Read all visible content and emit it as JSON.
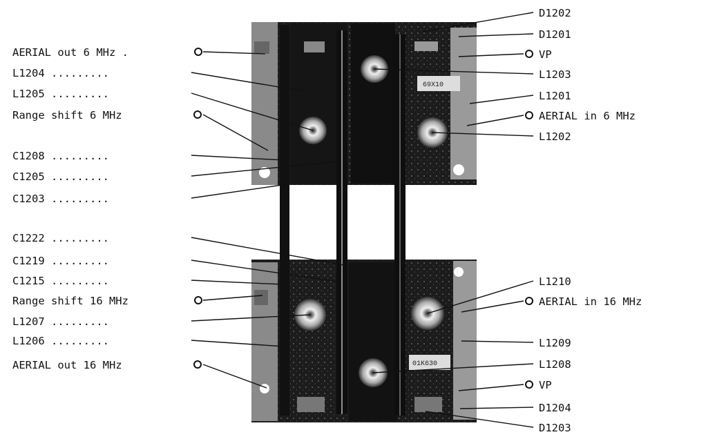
{
  "left_labels": [
    {
      "id": "aerial-out-6",
      "text": "AERIAL out 6 MHz .",
      "terminal": true
    },
    {
      "id": "l1204",
      "text": "L1204 .........",
      "terminal": false
    },
    {
      "id": "l1205",
      "text": "L1205 .........",
      "terminal": false
    },
    {
      "id": "range-shift-6",
      "text": "Range shift 6 MHz",
      "terminal": true
    },
    {
      "id": "c1208",
      "text": "C1208 .........",
      "terminal": false
    },
    {
      "id": "c1205",
      "text": "C1205 .........",
      "terminal": false
    },
    {
      "id": "c1203",
      "text": "C1203 .........",
      "terminal": false
    },
    {
      "id": "c1222",
      "text": "C1222 .........",
      "terminal": false
    },
    {
      "id": "c1219",
      "text": "C1219 .........",
      "terminal": false
    },
    {
      "id": "c1215",
      "text": "C1215 .........",
      "terminal": false
    },
    {
      "id": "range-shift-16",
      "text": "Range shift 16 MHz",
      "terminal": true
    },
    {
      "id": "l1207",
      "text": "L1207 .........",
      "terminal": false
    },
    {
      "id": "l1206",
      "text": "L1206 .........",
      "terminal": false
    },
    {
      "id": "aerial-out-16",
      "text": "AERIAL out 16 MHz",
      "terminal": true
    }
  ],
  "right_labels": [
    {
      "id": "d1202",
      "text": "D1202",
      "terminal": false
    },
    {
      "id": "d1201",
      "text": "D1201",
      "terminal": false
    },
    {
      "id": "vp-top",
      "text": "VP",
      "terminal": true
    },
    {
      "id": "l1203",
      "text": "L1203",
      "terminal": false
    },
    {
      "id": "l1201",
      "text": "L1201",
      "terminal": false
    },
    {
      "id": "aerial-in-6",
      "text": "AERIAL in 6 MHz",
      "terminal": true
    },
    {
      "id": "l1202",
      "text": "L1202",
      "terminal": false
    },
    {
      "id": "l1210",
      "text": "L1210",
      "terminal": false
    },
    {
      "id": "aerial-in-16",
      "text": "AERIAL in 16 MHz",
      "terminal": true
    },
    {
      "id": "l1209",
      "text": "L1209",
      "terminal": false
    },
    {
      "id": "l1208",
      "text": "L1208",
      "terminal": false
    },
    {
      "id": "vp-bottom",
      "text": "VP",
      "terminal": true
    },
    {
      "id": "d1204",
      "text": "D1204",
      "terminal": false
    },
    {
      "id": "d1203",
      "text": "D1203",
      "terminal": false
    }
  ],
  "component_marks": [
    {
      "id": "mark-top-right",
      "text": "69X10"
    },
    {
      "id": "mark-bottom-right",
      "text": "01K630"
    }
  ],
  "colors": {
    "ink": "#111111",
    "board": "#1c1c1c",
    "paper": "#ffffff"
  }
}
